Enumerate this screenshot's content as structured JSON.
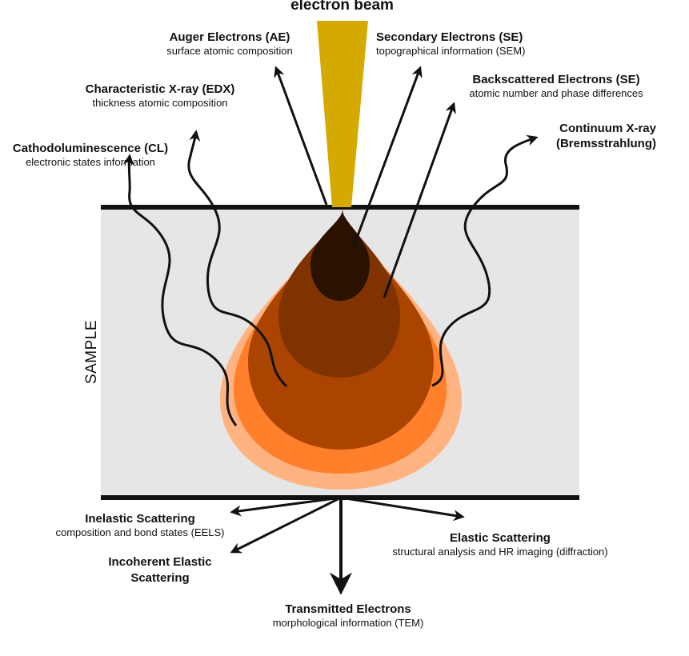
{
  "beam_label": "electron beam",
  "sample_label": "SAMPLE",
  "signals": {
    "auger": {
      "title": "Auger Electrons (AE)",
      "subtitle": "surface atomic composition"
    },
    "secondary": {
      "title": "Secondary Electrons (SE)",
      "subtitle": "topographical information (SEM)"
    },
    "backscattered": {
      "title": "Backscattered Electrons (SE)",
      "subtitle": "atomic number and phase differences"
    },
    "edx": {
      "title": "Characteristic X-ray (EDX)",
      "subtitle": "thickness atomic composition"
    },
    "cl": {
      "title": "Cathodoluminescence (CL)",
      "subtitle": "electronic states information"
    },
    "continuum": {
      "title_line1": "Continuum X-ray",
      "title_line2": "(Bremsstrahlung)"
    },
    "inelastic": {
      "title": "Inelastic Scattering",
      "subtitle": "composition and bond states (EELS)"
    },
    "incoherent": {
      "title_line1": "Incoherent Elastic",
      "title_line2": "Scattering"
    },
    "elastic": {
      "title": "Elastic Scattering",
      "subtitle": "structural analysis and HR imaging (diffraction)"
    },
    "transmitted": {
      "title": "Transmitted Electrons",
      "subtitle": "morphological information (TEM)"
    }
  },
  "colors": {
    "beam": "#d4aa00",
    "sample": "#e6e6e6",
    "outer_zone": "#ffb380",
    "zone_2": "#ff7f2a",
    "zone_3": "#aa4400",
    "zone_4": "#803300",
    "core": "#2b1100"
  }
}
